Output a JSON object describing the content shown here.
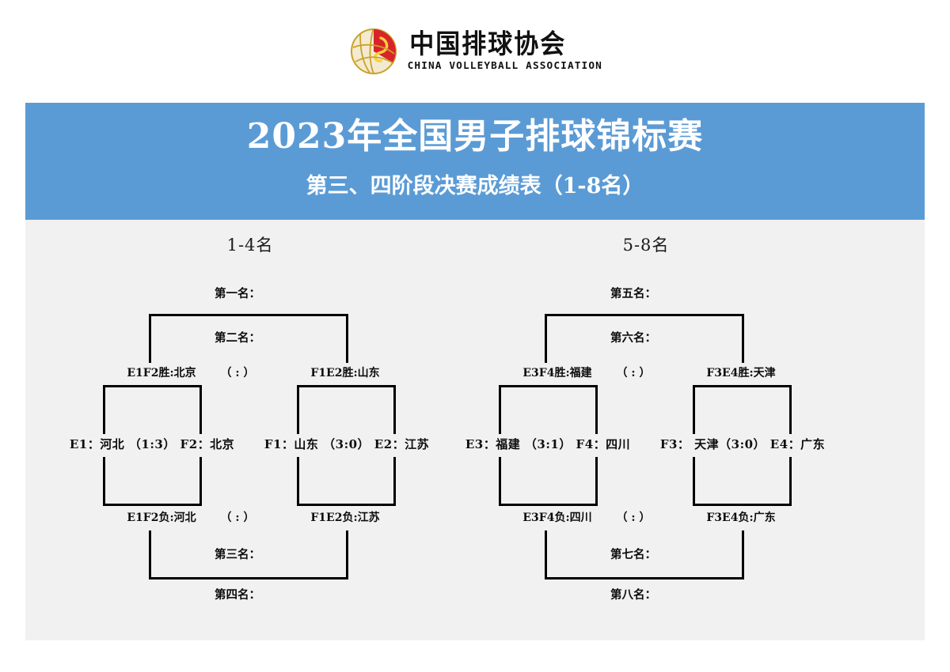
{
  "org": {
    "name_cn": "中国排球协会",
    "name_en": "CHINA VOLLEYBALL ASSOCIATION",
    "logo_icon": "volleyball-logo-icon"
  },
  "banner": {
    "title": "2023年全国男子排球锦标赛",
    "subtitle": "第三、四阶段决赛成绩表（1-8名）",
    "bg_color": "#5b9bd5",
    "text_color": "#ffffff"
  },
  "panel": {
    "bg_color": "#f1f1f1"
  },
  "brackets": [
    {
      "section_label": "1-4名",
      "final": {
        "top_rank": "第一名：",
        "bottom_rank": "第二名：",
        "left_team": "E1F2胜:北京",
        "score": "（ : ）",
        "right_team": "F1E2胜:山东"
      },
      "semifinals": [
        {
          "left_seed": "E1：",
          "left_team": "河北",
          "score": "（1:3）",
          "right_seed": "F2：",
          "right_team": "北京",
          "full": "E1：河北 （1:3） F2：北京"
        },
        {
          "left_seed": "F1：",
          "left_team": "山东",
          "score": "（3:0）",
          "right_seed": "E2：",
          "right_team": "江苏",
          "full": "F1：山东 （3:0） E2：江苏"
        }
      ],
      "consolation": {
        "left_team": "E1F2负:河北",
        "score": "（ : ）",
        "right_team": "F1E2负:江苏",
        "top_rank": "第三名：",
        "bottom_rank": "第四名："
      }
    },
    {
      "section_label": "5-8名",
      "final": {
        "top_rank": "第五名：",
        "bottom_rank": "第六名：",
        "left_team": "E3F4胜:福建",
        "score": "（ : ）",
        "right_team": "F3E4胜:天津"
      },
      "semifinals": [
        {
          "left_seed": "E3：",
          "left_team": "福建",
          "score": "（3:1）",
          "right_seed": "F4：",
          "right_team": "四川",
          "full": "E3：福建 （3:1） F4：四川"
        },
        {
          "left_seed": "F3：",
          "left_team": "天津",
          "score": "（3:0）",
          "right_seed": "E4：",
          "right_team": "广东",
          "full": "F3： 天津（3:0） E4：广东"
        }
      ],
      "consolation": {
        "left_team": "E3F4负:四川",
        "score": "（ : ）",
        "right_team": "F3E4负:广东",
        "top_rank": "第七名：",
        "bottom_rank": "第八名："
      }
    }
  ]
}
